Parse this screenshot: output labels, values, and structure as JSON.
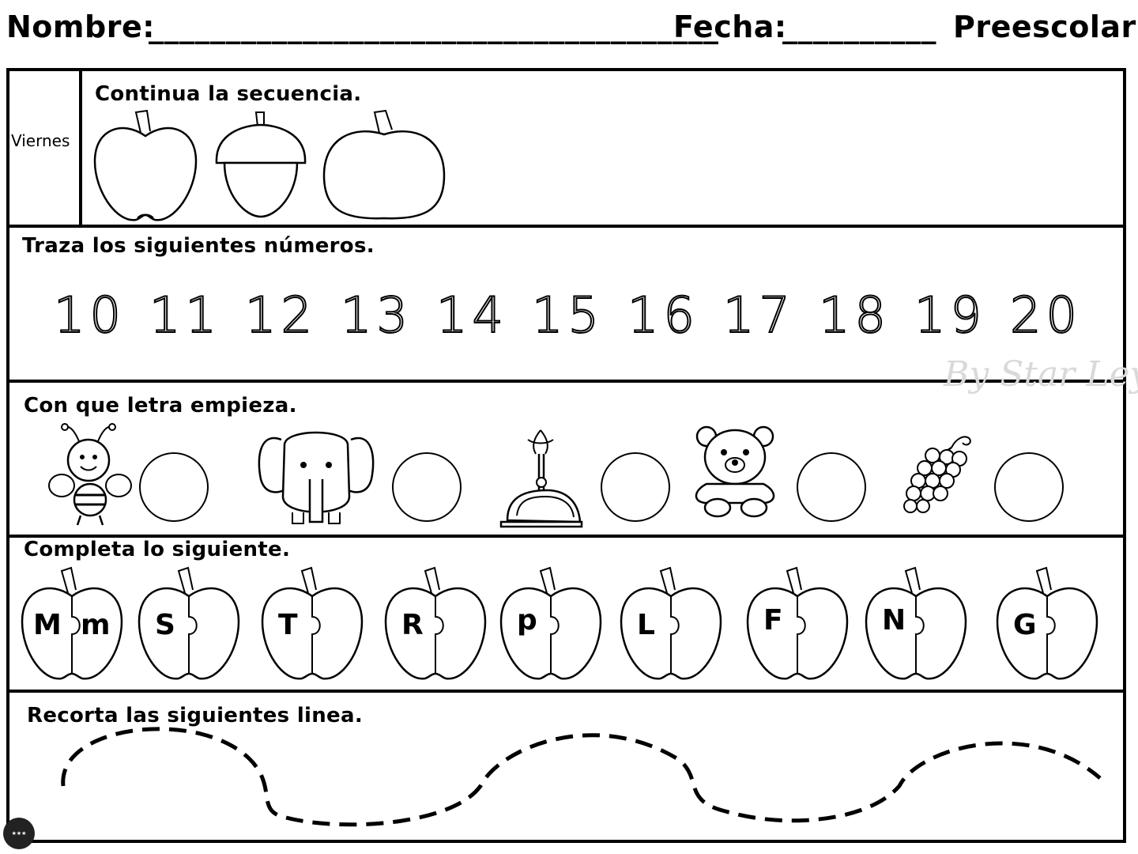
{
  "header": {
    "name_label": "Nombre:",
    "name_blank": "_____________________________________",
    "date_label": "Fecha:",
    "date_blank": "__________",
    "level": "Preescolar"
  },
  "day": "Viernes",
  "sections": {
    "sequence": {
      "title": "Continua la secuencia.",
      "items": [
        "apple-icon",
        "acorn-icon",
        "pumpkin-icon"
      ]
    },
    "trace": {
      "title": "Traza los siguientes números.",
      "numbers": [
        "10",
        "11",
        "12",
        "13",
        "14",
        "15",
        "16",
        "17",
        "18",
        "19",
        "20"
      ]
    },
    "first_letter": {
      "title": "Con que letra empieza.",
      "items": [
        "bee-icon",
        "elephant-icon",
        "iron-icon",
        "bear-icon",
        "grapes-icon"
      ]
    },
    "complete": {
      "title": "Completa lo siguiente.",
      "letters": [
        "M",
        "S",
        "T",
        "R",
        "p",
        "L",
        "F",
        "N",
        "G"
      ],
      "example_lower": "m"
    },
    "cut": {
      "title": "Recorta las siguientes linea."
    }
  },
  "watermark": "By Star Leyva"
}
